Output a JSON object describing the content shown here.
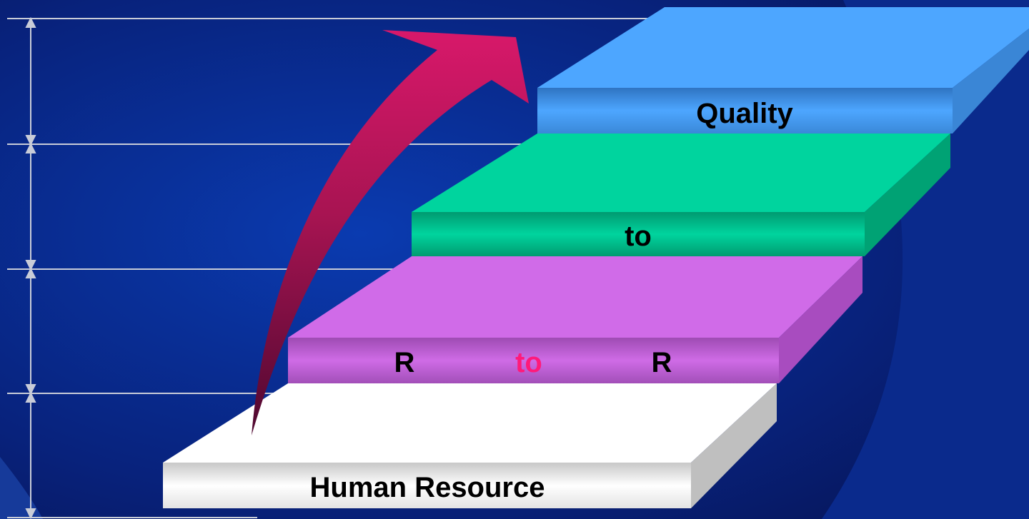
{
  "steps": [
    {
      "id": "human-resource",
      "label": "Human Resource",
      "top_color": "#ffffff",
      "front_color": "#e6e6e6",
      "side_color": "#c9c9c9"
    },
    {
      "id": "r-to-r",
      "label_left": "R",
      "label_mid": "to",
      "label_right": "R",
      "top_color": "#d06be8",
      "front_color": "#b657cc",
      "side_color": "#a94cc0",
      "mid_color": "#ff1a7a"
    },
    {
      "id": "to",
      "label": "to",
      "top_color": "#00d49e",
      "front_color": "#00b382",
      "side_color": "#00a274"
    },
    {
      "id": "quality",
      "label": "Quality",
      "top_color": "#4da6ff",
      "front_color": "#3d8fe0",
      "side_color": "#3a86d6"
    }
  ],
  "colors": {
    "background": "#0a1c6e",
    "arrow_top": "#d4175f",
    "arrow_bottom": "#5e0a36",
    "guide_lines": "#c8ccd8"
  }
}
